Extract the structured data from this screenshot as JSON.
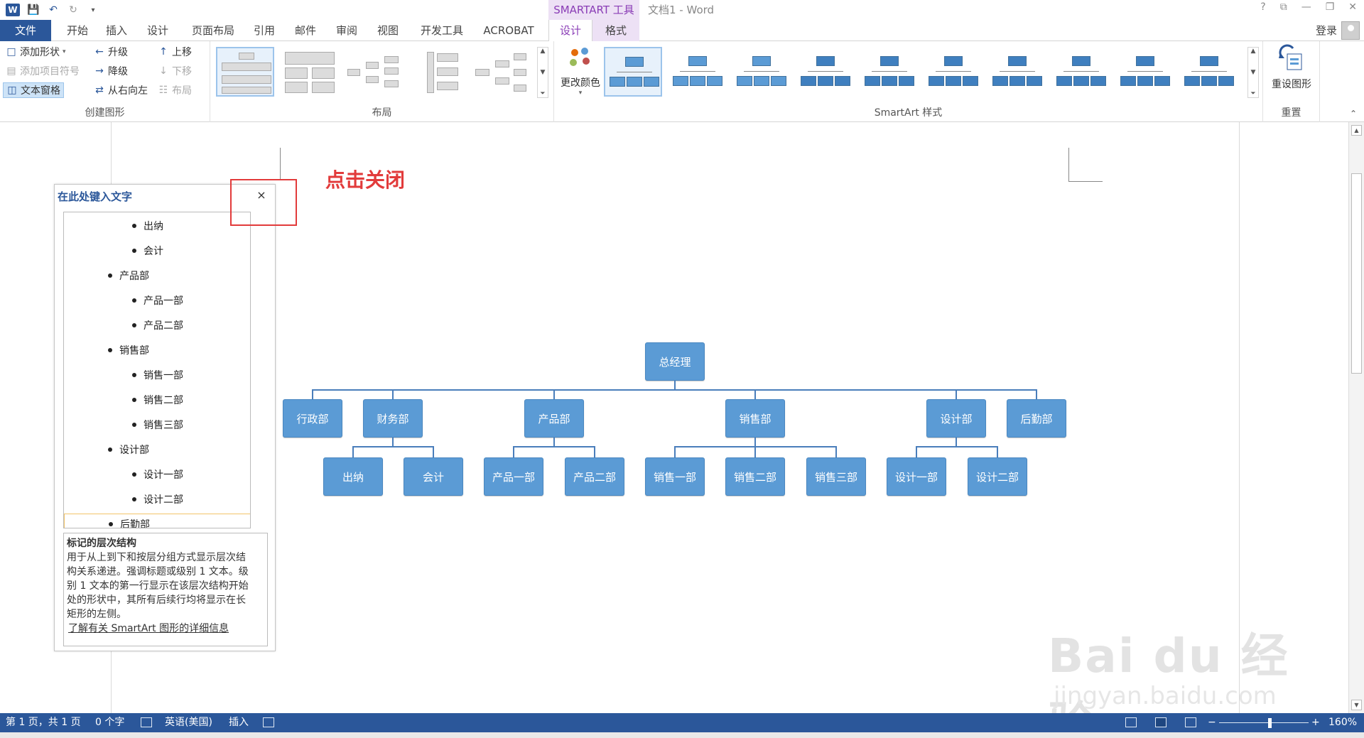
{
  "title_bar": {
    "context_tools": "SMARTART 工具",
    "doc_title": "文档1 - Word",
    "help": "?",
    "ribbon_opts": "⧉",
    "minimize": "—",
    "restore": "❐",
    "close": "✕"
  },
  "tabs": {
    "file": "文件",
    "home": "开始",
    "insert": "插入",
    "design_doc": "设计",
    "layout": "页面布局",
    "references": "引用",
    "mailings": "邮件",
    "review": "审阅",
    "view": "视图",
    "developer": "开发工具",
    "acrobat": "ACROBAT",
    "smart_design": "设计",
    "smart_format": "格式",
    "login": "登录"
  },
  "ribbon": {
    "create_group": {
      "add_shape": "添加形状",
      "add_bullet": "添加项目符号",
      "text_pane": "文本窗格",
      "promote": "升级",
      "demote": "降级",
      "rtl": "从右向左",
      "move_up": "上移",
      "move_down": "下移",
      "layout_btn": "布局",
      "label": "创建图形"
    },
    "layout_group": {
      "label": "布局"
    },
    "styles_group": {
      "change_colors": "更改颜色",
      "label": "SmartArt 样式"
    },
    "reset_group": {
      "reset_graphic": "重设图形",
      "label": "重置"
    }
  },
  "text_pane": {
    "title": "在此处键入文字",
    "close": "×",
    "items": [
      {
        "text": "出纳"
      },
      {
        "text": "会计"
      },
      {
        "text": "产品部"
      },
      {
        "text": "产品一部"
      },
      {
        "text": "产品二部"
      },
      {
        "text": "销售部"
      },
      {
        "text": "销售一部"
      },
      {
        "text": "销售二部"
      },
      {
        "text": "销售三部"
      },
      {
        "text": "设计部"
      },
      {
        "text": "设计一部"
      },
      {
        "text": "设计二部"
      },
      {
        "text": "后勤部"
      }
    ],
    "desc_title": "标记的层次结构",
    "desc_lines": [
      "用于从上到下和按层分组方式显示层次结",
      "构关系递进。强调标题或级别 1 文本。级",
      "别 1 文本的第一行显示在该层次结构开始",
      "处的形状中，其所有后续行均将显示在长",
      "矩形的左侧。"
    ],
    "learn_more": "了解有关 SmartArt 图形的详细信息"
  },
  "annotation": "点击关闭",
  "org_chart": {
    "root": "总经理",
    "level1": [
      "行政部",
      "财务部",
      "产品部",
      "销售部",
      "设计部",
      "后勤部"
    ],
    "level2": [
      "出纳",
      "会计",
      "产品一部",
      "产品二部",
      "销售一部",
      "销售二部",
      "销售三部",
      "设计一部",
      "设计二部"
    ]
  },
  "status_bar": {
    "page": "第 1 页，共 1 页",
    "words": "0 个字",
    "language": "英语(美国)",
    "mode": "插入",
    "zoom_minus": "−",
    "zoom_plus": "+",
    "zoom": "160%"
  },
  "watermark": {
    "brand": "Bai du 经验",
    "url": "jingyan.baidu.com"
  },
  "colors": {
    "accent": "#2b579a",
    "context": "#8a3db6",
    "node": "#5b9bd5",
    "annotation": "#e23b3b"
  }
}
